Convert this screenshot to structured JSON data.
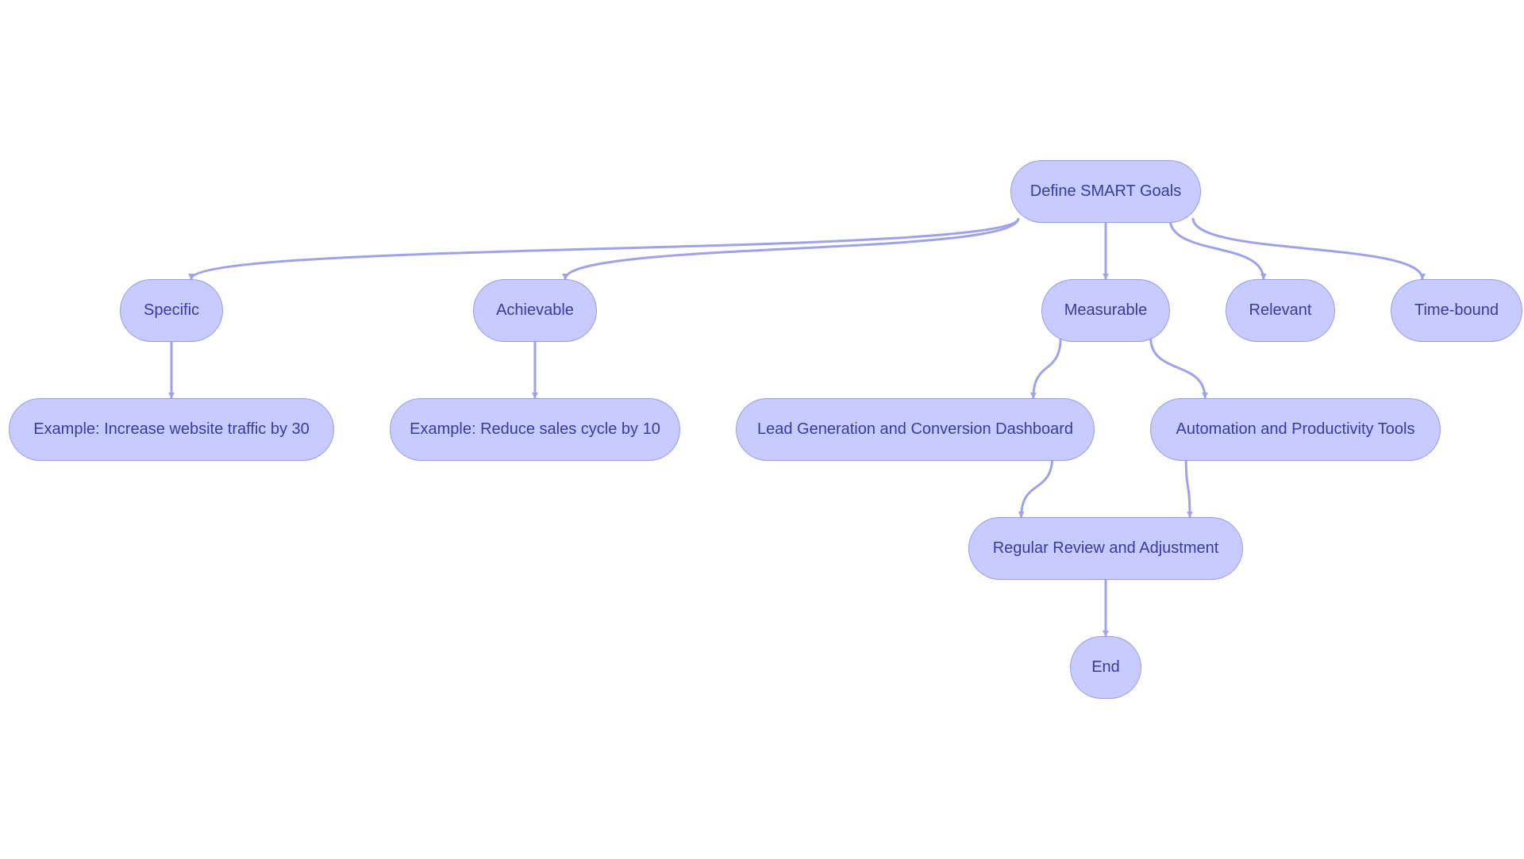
{
  "theme": {
    "node_fill": "#c8cbff",
    "node_stroke": "#9a9be8",
    "node_text": "#3a3aa0",
    "edge_color": "#9fa2e8"
  },
  "nodes": {
    "define": "Define SMART Goals",
    "specific": "Specific",
    "achievable": "Achievable",
    "measurable": "Measurable",
    "relevant": "Relevant",
    "timebound": "Time-bound",
    "example_traffic": "Example: Increase website traffic by 30",
    "example_sales": "Example: Reduce sales cycle by 10",
    "lead_dashboard": "Lead Generation and Conversion Dashboard",
    "automation_tools": "Automation and Productivity Tools",
    "review": "Regular Review and Adjustment",
    "end": "End"
  },
  "edges": [
    {
      "from": "define",
      "to": "specific"
    },
    {
      "from": "define",
      "to": "achievable"
    },
    {
      "from": "define",
      "to": "measurable"
    },
    {
      "from": "define",
      "to": "relevant"
    },
    {
      "from": "define",
      "to": "timebound"
    },
    {
      "from": "specific",
      "to": "example_traffic"
    },
    {
      "from": "achievable",
      "to": "example_sales"
    },
    {
      "from": "measurable",
      "to": "lead_dashboard"
    },
    {
      "from": "measurable",
      "to": "automation_tools"
    },
    {
      "from": "lead_dashboard",
      "to": "review"
    },
    {
      "from": "automation_tools",
      "to": "review"
    },
    {
      "from": "review",
      "to": "end"
    }
  ]
}
